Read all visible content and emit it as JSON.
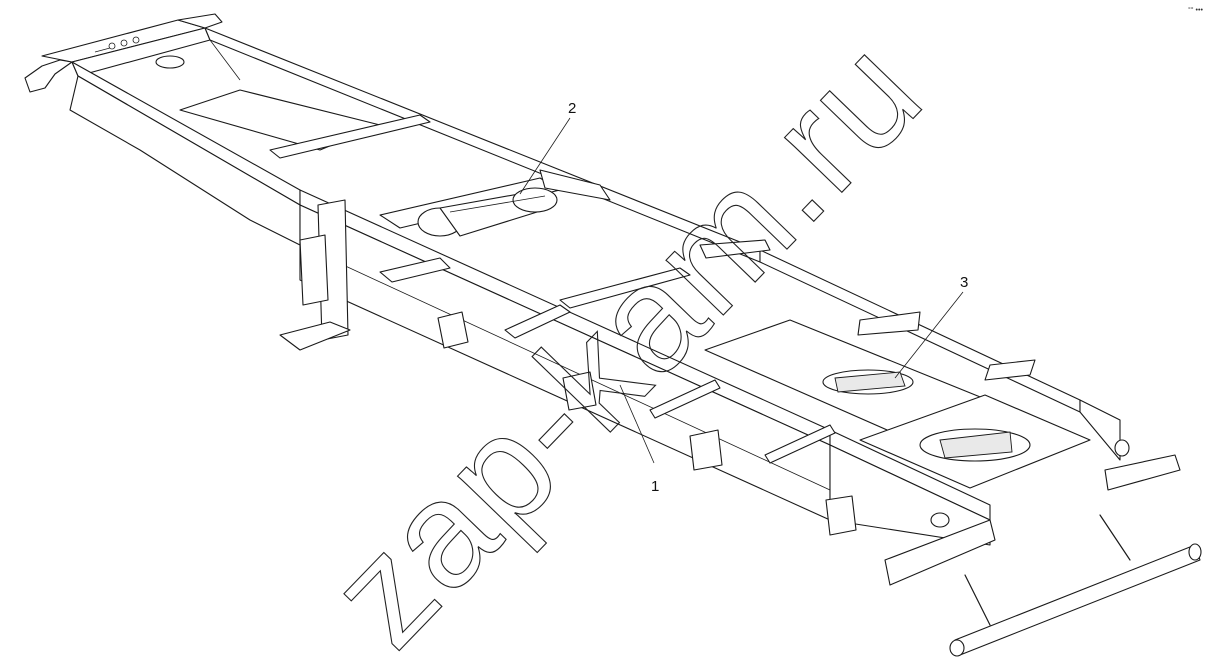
{
  "callouts": [
    {
      "id": "1",
      "label": "1"
    },
    {
      "id": "2",
      "label": "2"
    },
    {
      "id": "3",
      "label": "3"
    }
  ],
  "watermark": "zap-kam.ru",
  "corner_mark": "°° •••",
  "colors": {
    "ink": "#1a1a1a",
    "paper": "#ffffff",
    "shade": "#e9e9e9"
  }
}
